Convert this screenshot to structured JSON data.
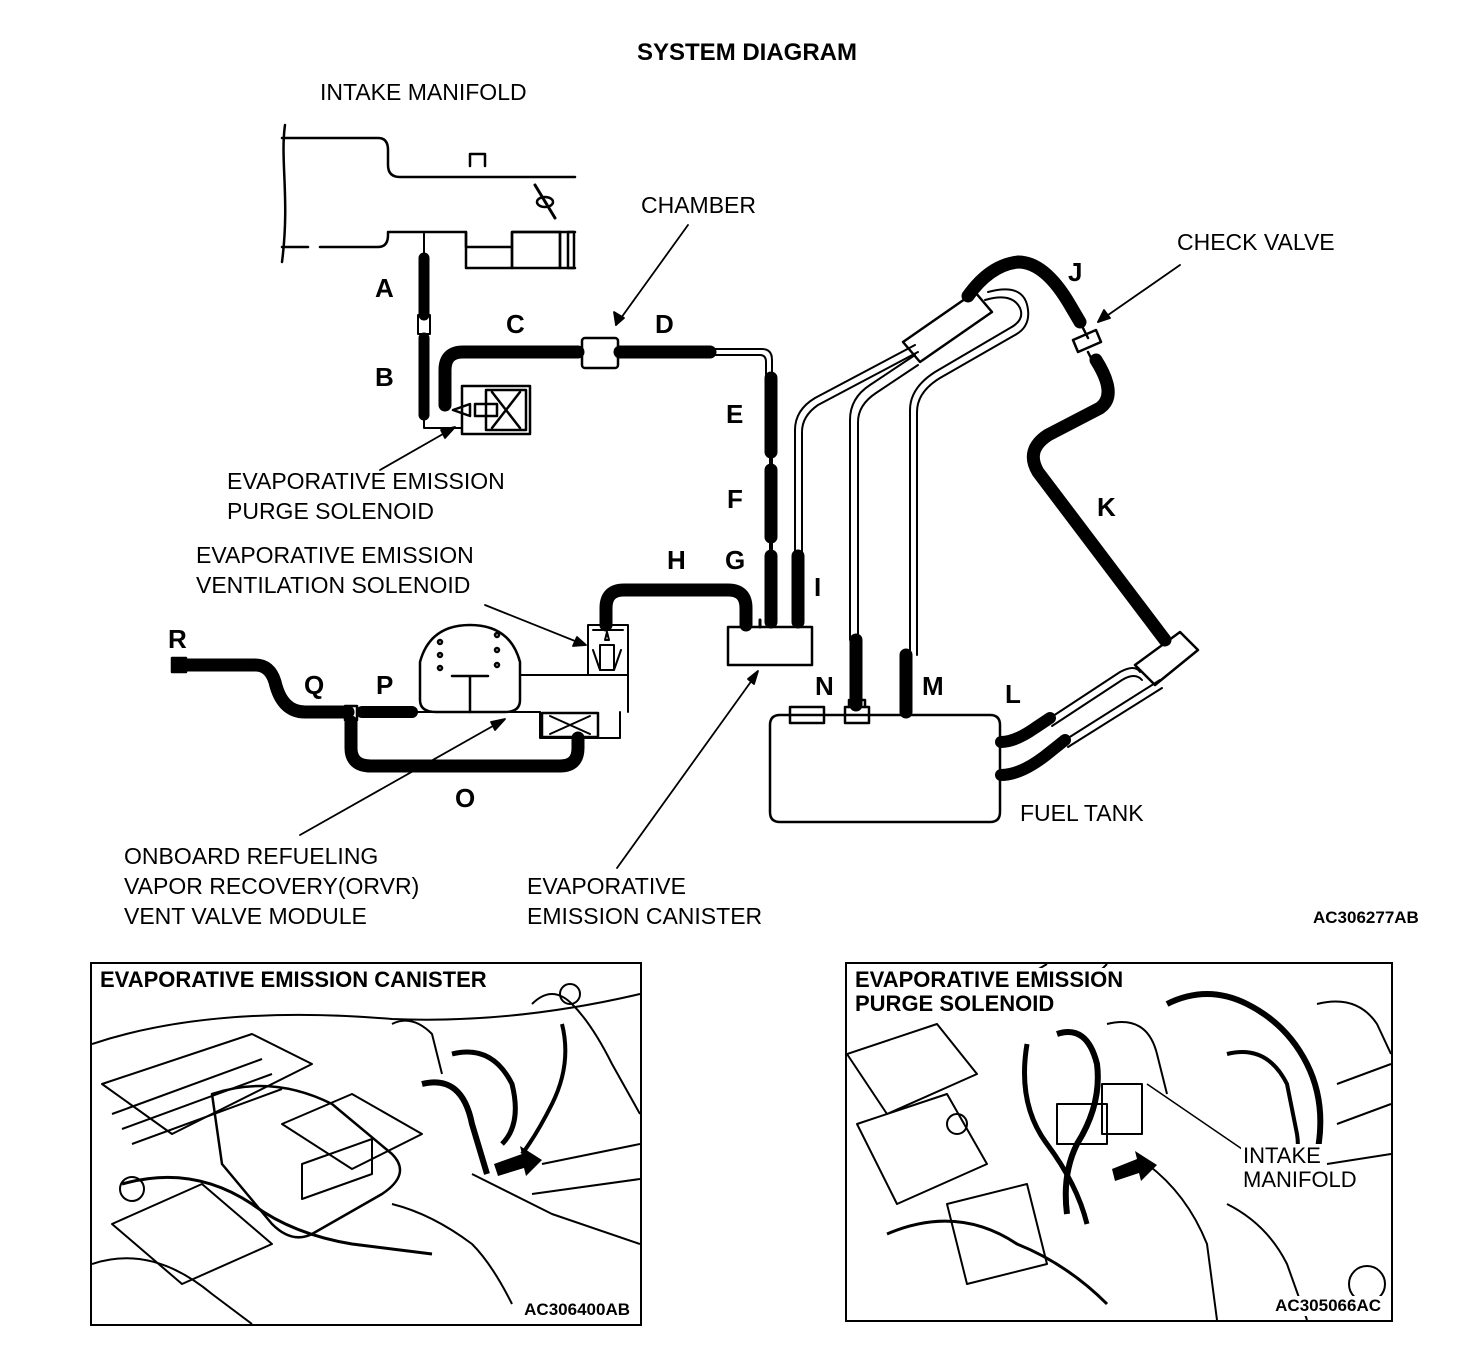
{
  "title": "SYSTEM DIAGRAM",
  "labels": {
    "intake_manifold": "INTAKE MANIFOLD",
    "chamber": "CHAMBER",
    "check_valve": "CHECK VALVE",
    "purge_solenoid_1": "EVAPORATIVE EMISSION",
    "purge_solenoid_2": "PURGE SOLENOID",
    "vent_solenoid_1": "EVAPORATIVE EMISSION",
    "vent_solenoid_2": "VENTILATION SOLENOID",
    "orvr_1": "ONBOARD REFUELING",
    "orvr_2": "VAPOR RECOVERY(ORVR)",
    "orvr_3": "VENT VALVE MODULE",
    "canister_1": "EVAPORATIVE",
    "canister_2": "EMISSION CANISTER",
    "fuel_tank": "FUEL TANK"
  },
  "hose_letters": [
    "A",
    "B",
    "C",
    "D",
    "E",
    "F",
    "G",
    "H",
    "I",
    "J",
    "K",
    "L",
    "M",
    "N",
    "O",
    "P",
    "Q",
    "R"
  ],
  "figure_id": "AC306277AB",
  "photos": [
    {
      "title": "EVAPORATIVE EMISSION CANISTER",
      "id": "AC306400AB"
    },
    {
      "title_1": "EVAPORATIVE EMISSION",
      "title_2": "PURGE SOLENOID",
      "callout_1": "INTAKE",
      "callout_2": "MANIFOLD",
      "id": "AC305066AC"
    }
  ]
}
